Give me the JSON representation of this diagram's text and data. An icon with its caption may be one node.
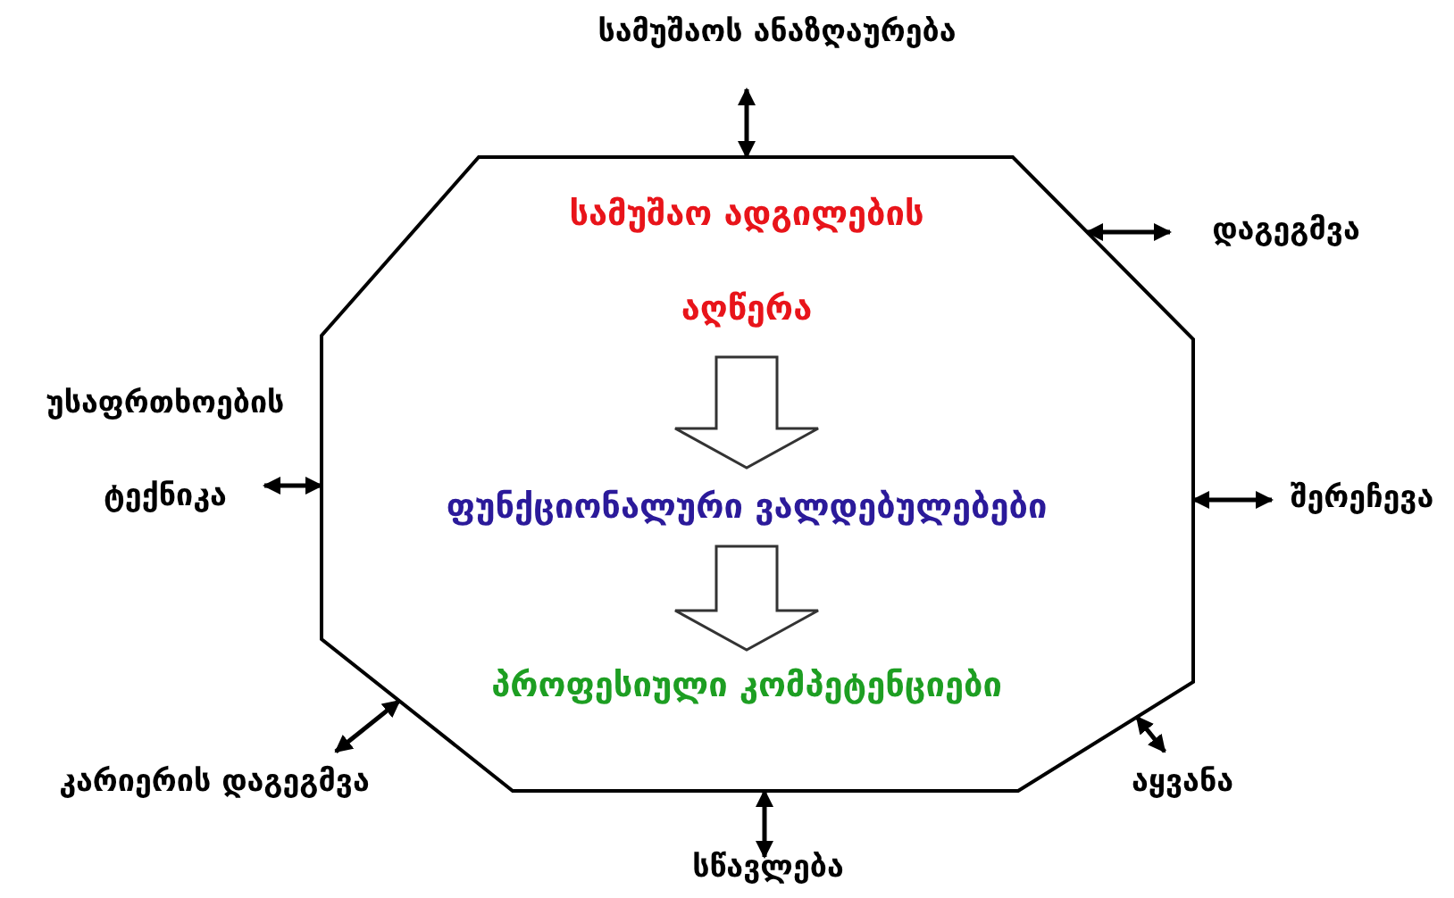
{
  "diagram": {
    "nodes": [
      {
        "text": [],
        "shape": "octagon"
      },
      {
        "text": [
          "სამუშაო ადგილების აღწერა"
        ],
        "in": 0
      },
      {
        "text": [
          "ფუნქციონალური ვალდებულებები"
        ],
        "in": 0
      },
      {
        "text": [
          "პროფესიული კომპეტენციები"
        ],
        "in": 0
      },
      {
        "text": [
          "სამუშაოს ანაზღაურება"
        ]
      },
      {
        "text": [
          "დაგეგმვა"
        ]
      },
      {
        "text": [
          "უსაფრთხოების ტექნიკა"
        ]
      },
      {
        "text": [
          "შერეჩევა"
        ]
      },
      {
        "text": [
          "კარიერის დაგეგმვა"
        ]
      },
      {
        "text": [
          "აყვანა"
        ]
      },
      {
        "text": [
          "სწავლება"
        ]
      }
    ],
    "edges": [
      {
        "from": 1,
        "to": 2,
        "arrow": "to",
        "style": "thick"
      },
      {
        "from": 2,
        "to": 3,
        "arrow": "to",
        "style": "thick"
      },
      {
        "from": 4,
        "to": 0,
        "arrow": "both"
      },
      {
        "from": 5,
        "to": 0,
        "arrow": "both"
      },
      {
        "from": 6,
        "to": 0,
        "arrow": "both"
      },
      {
        "from": 7,
        "to": 0,
        "arrow": "both"
      },
      {
        "from": 8,
        "to": 0,
        "arrow": "both"
      },
      {
        "from": 9,
        "to": 0,
        "arrow": "both"
      },
      {
        "from": 10,
        "to": 0,
        "arrow": "both"
      }
    ]
  }
}
